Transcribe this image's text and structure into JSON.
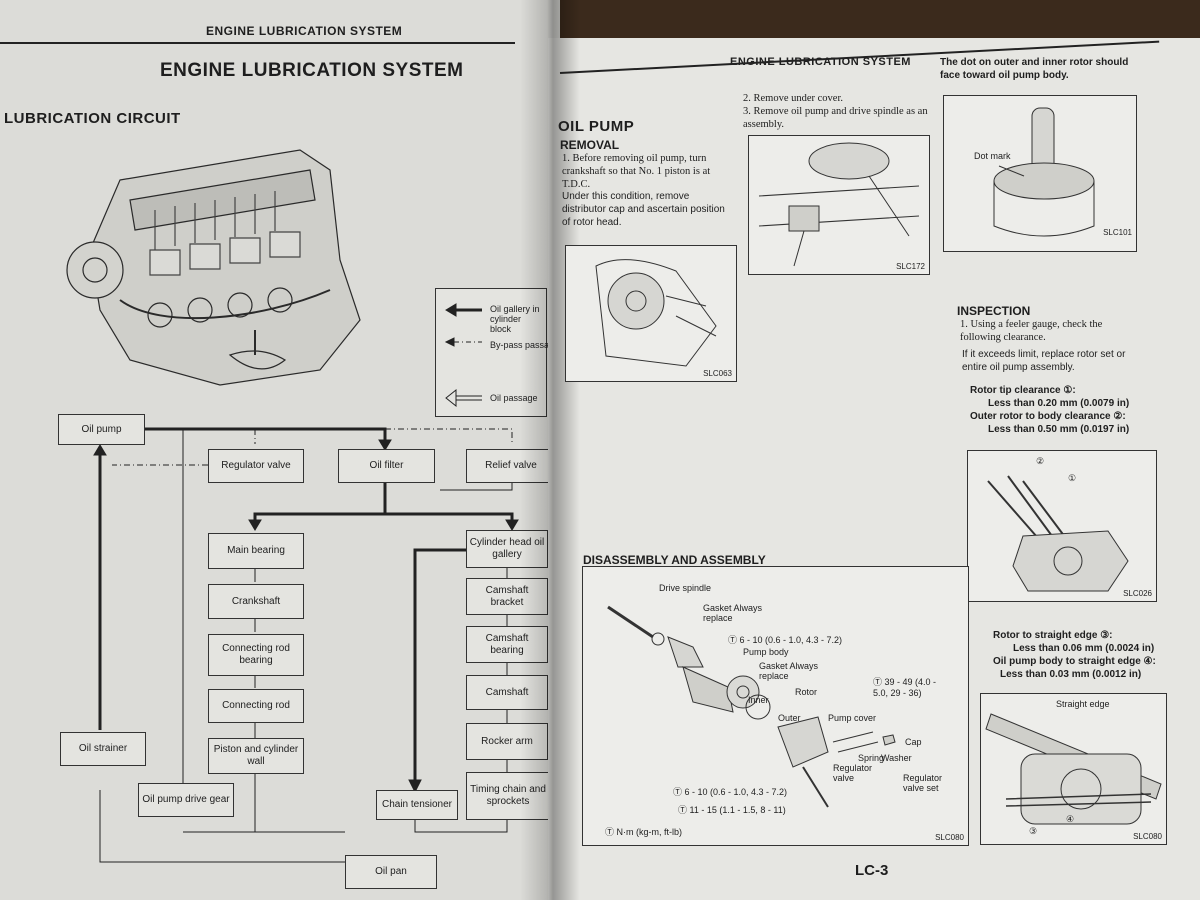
{
  "left_page": {
    "running_header": "ENGINE LUBRICATION SYSTEM",
    "title": "ENGINE LUBRICATION SYSTEM",
    "section": "LUBRICATION CIRCUIT",
    "legend": {
      "gallery": "Oil gallery in cylinder block",
      "bypass": "By-pass passage",
      "passage": "Oil passage"
    },
    "flow": {
      "oil_pump": "Oil pump",
      "regulator_valve": "Regulator valve",
      "oil_filter": "Oil filter",
      "relief_valve": "Relief valve",
      "main_bearing": "Main bearing",
      "crankshaft": "Crankshaft",
      "connecting_rod_bearing": "Connecting rod bearing",
      "connecting_rod": "Connecting rod",
      "piston": "Piston and cylinder wall",
      "cyl_head_gallery": "Cylinder head oil gallery",
      "camshaft_bracket": "Camshaft bracket",
      "camshaft_bearing": "Camshaft bearing",
      "camshaft": "Camshaft",
      "rocker_arm": "Rocker arm",
      "timing_chain": "Timing chain and sprockets",
      "chain_tensioner": "Chain tensioner",
      "oil_strainer": "Oil strainer",
      "oil_pump_drive_gear": "Oil pump drive gear",
      "oil_pan": "Oil pan"
    }
  },
  "right_page": {
    "running_header": "ENGINE LUBRICATION SYSTEM",
    "title": "OIL PUMP",
    "removal_heading": "REMOVAL",
    "removal_p1": "1.  Before removing oil pump, turn crankshaft so that No. 1 piston is at T.D.C.",
    "removal_p2": "Under this condition, remove distributor cap and ascertain position of rotor head.",
    "fig1_code": "SLC063",
    "step2": "2.  Remove under cover.",
    "step3": "3.  Remove oil pump and drive spindle as an assembly.",
    "fig2_code": "SLC172",
    "dot_note": "The dot on outer and inner rotor should face toward oil pump body.",
    "dot_mark_label": "Dot mark",
    "fig3_code": "SLC101",
    "inspection_heading": "INSPECTION",
    "insp_p1": "1.  Using a feeler gauge, check the following clearance.",
    "insp_p2": "If it exceeds limit, replace rotor set or entire oil pump assembly.",
    "rotor_tip_label": "Rotor tip clearance ①:",
    "rotor_tip_value": "Less than 0.20 mm (0.0079 in)",
    "outer_body_label": "Outer rotor to body clearance ②:",
    "outer_body_value": "Less than 0.50 mm (0.0197 in)",
    "fig4_code": "SLC026",
    "callout_1": "①",
    "callout_2": "②",
    "straight_edge_label": "Rotor to straight edge ③:",
    "straight_edge_value": "Less than 0.06 mm (0.0024 in)",
    "body_edge_label": "Oil pump body to straight edge ④:",
    "body_edge_value": "Less than 0.03 mm (0.0012 in)",
    "straight_edge_callout": "Straight edge",
    "fig5_code": "SLC080",
    "callout_3": "③",
    "callout_4": "④",
    "disassembly_heading": "DISASSEMBLY AND ASSEMBLY",
    "parts": {
      "drive_spindle": "Drive spindle",
      "gasket1": "Gasket Always replace",
      "torque1": "Ⓣ 6 - 10 (0.6 - 1.0, 4.3 - 7.2)",
      "pump_body": "Pump body",
      "gasket2": "Gasket Always replace",
      "rotor": "Rotor",
      "inner": "Inner",
      "outer": "Outer",
      "pump_cover": "Pump cover",
      "torque2": "Ⓣ 39 - 49 (4.0 - 5.0, 29 - 36)",
      "cap": "Cap",
      "washer": "Washer",
      "spring": "Spring",
      "regulator_valve": "Regulator valve",
      "regulator_valve_set": "Regulator valve set",
      "torque3": "Ⓣ 6 - 10 (0.6 - 1.0, 4.3 - 7.2)",
      "torque4": "Ⓣ 11 - 15 (1.1 - 1.5, 8 - 11)",
      "units": "Ⓣ  N·m (kg-m, ft-lb)"
    },
    "fig6_code": "SLC080",
    "page_number": "LC-3"
  }
}
